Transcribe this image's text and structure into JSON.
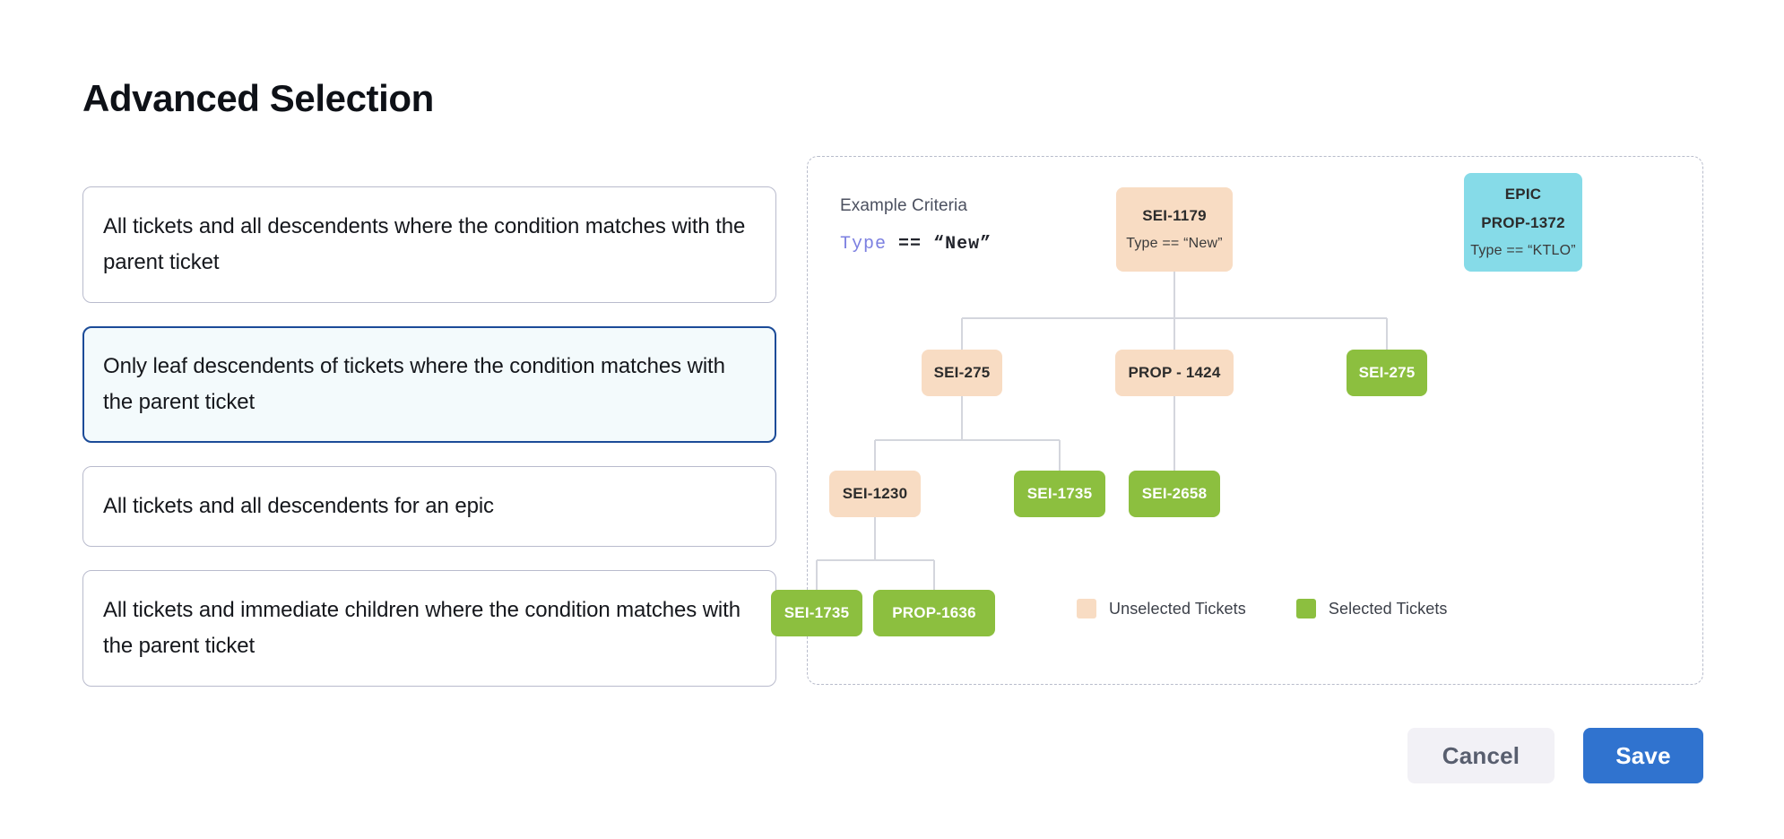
{
  "page": {
    "title": "Advanced Selection"
  },
  "options": [
    {
      "label": "All tickets and all descendents where the condition matches with the parent ticket",
      "selected": false
    },
    {
      "label": "Only leaf descendents of tickets where the condition matches with the parent ticket",
      "selected": true
    },
    {
      "label": "All tickets and all descendents for an epic",
      "selected": false
    },
    {
      "label": "All tickets and immediate children where the condition matches with the parent ticket",
      "selected": false
    }
  ],
  "diagram": {
    "criteria_label": "Example Criteria",
    "criteria_keyword": "Type",
    "criteria_operator": "==",
    "criteria_value": "“New”",
    "nodes": {
      "root": {
        "title": "SEI-1179",
        "sub": "Type == “New”",
        "state": "unselected"
      },
      "epic": {
        "title": "EPIC",
        "sub2": "PROP-1372",
        "sub": "Type == “KTLO”",
        "state": "epic"
      },
      "sei275a": {
        "title": "SEI-275",
        "state": "unselected"
      },
      "prop1424": {
        "title": "PROP - 1424",
        "state": "unselected"
      },
      "sei275b": {
        "title": "SEI-275",
        "state": "selected"
      },
      "sei1230": {
        "title": "SEI-1230",
        "state": "unselected"
      },
      "sei1735a": {
        "title": "SEI-1735",
        "state": "selected"
      },
      "sei2658": {
        "title": "SEI-2658",
        "state": "selected"
      },
      "sei1735b": {
        "title": "SEI-1735",
        "state": "selected"
      },
      "prop1636": {
        "title": "PROP-1636",
        "state": "selected"
      }
    },
    "legend": [
      {
        "label": "Unselected Tickets",
        "color": "#f8dcc3"
      },
      {
        "label": "Selected Tickets",
        "color": "#8cbf3f"
      }
    ]
  },
  "footer": {
    "cancel_label": "Cancel",
    "save_label": "Save"
  },
  "colors": {
    "unselected": "#f8dcc3",
    "selected": "#8cbf3f",
    "epic": "#86dbe8",
    "accent": "#3073cf",
    "selected_card_border": "#1b4b98",
    "selected_card_bg": "#f3fafc",
    "connector": "#d4d6dd"
  }
}
